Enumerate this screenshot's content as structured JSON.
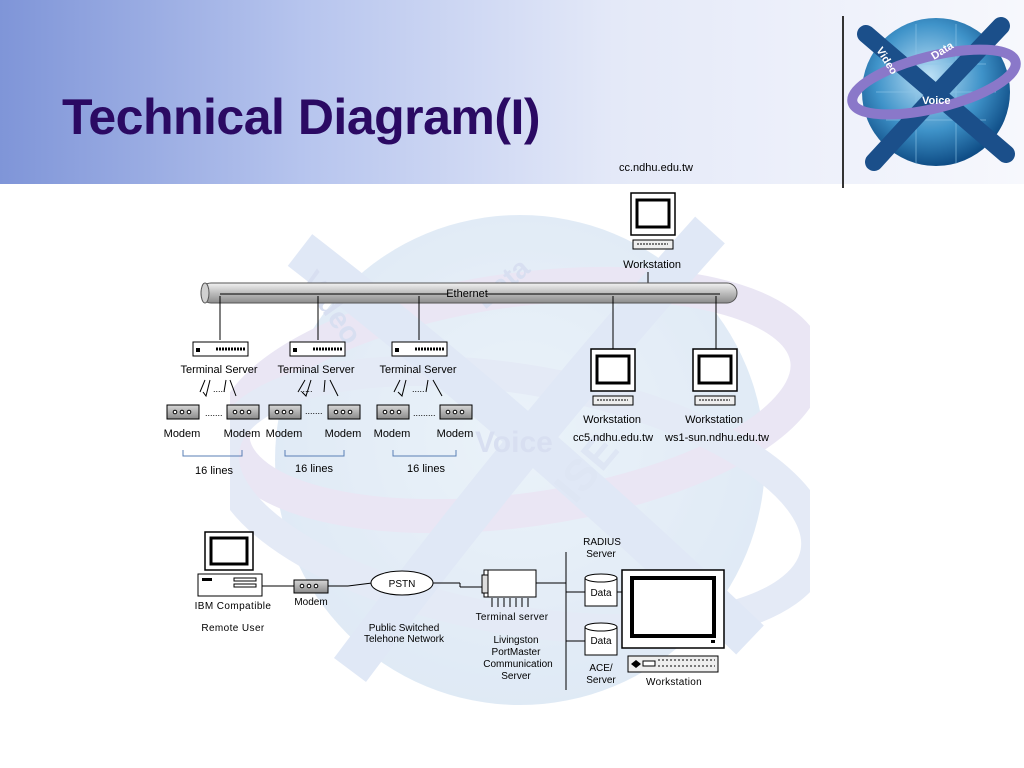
{
  "slide": {
    "title": "Technical Diagram(I)"
  },
  "logo": {
    "words": [
      "Video",
      "Data",
      "Voice"
    ]
  },
  "watermark": {
    "words": [
      "Video",
      "Data",
      "Voice",
      "ISE"
    ]
  },
  "top_network": {
    "backbone_label": "Ethernet",
    "top_workstation": {
      "host": "cc.ndhu.edu.tw",
      "label": "Workstation"
    },
    "terminal_servers": [
      {
        "label": "Terminal Server",
        "modem_left": "Modem",
        "modem_right": "Modem",
        "lines": "16 lines"
      },
      {
        "label": "Terminal Server",
        "modem_left": "Modem",
        "modem_right": "Modem",
        "lines": "16 lines"
      },
      {
        "label": "Terminal Server",
        "modem_left": "Modem",
        "modem_right": "Modem",
        "lines": "16 lines"
      }
    ],
    "workstations": [
      {
        "label": "Workstation",
        "host": "cc5.ndhu.edu.tw"
      },
      {
        "label": "Workstation",
        "host": "ws1-sun.ndhu.edu.tw"
      }
    ]
  },
  "bottom_network": {
    "pc_label_1": "IBM Compatible",
    "pc_label_2": "Remote User",
    "modem_label": "Modem",
    "pstn_label": "PSTN",
    "pstn_caption_1": "Public Switched",
    "pstn_caption_2": "Telehone Network",
    "terminal_server_label": "Terminal server",
    "livingston_1": "Livingston",
    "livingston_2": "PortMaster",
    "livingston_3": "Communication",
    "livingston_4": "Server",
    "radius_1": "RADIUS",
    "radius_2": "Server",
    "data_1": "Data",
    "data_2": "Data",
    "ace_1": "ACE/",
    "ace_2": "Server",
    "workstation_label": "Workstation"
  }
}
